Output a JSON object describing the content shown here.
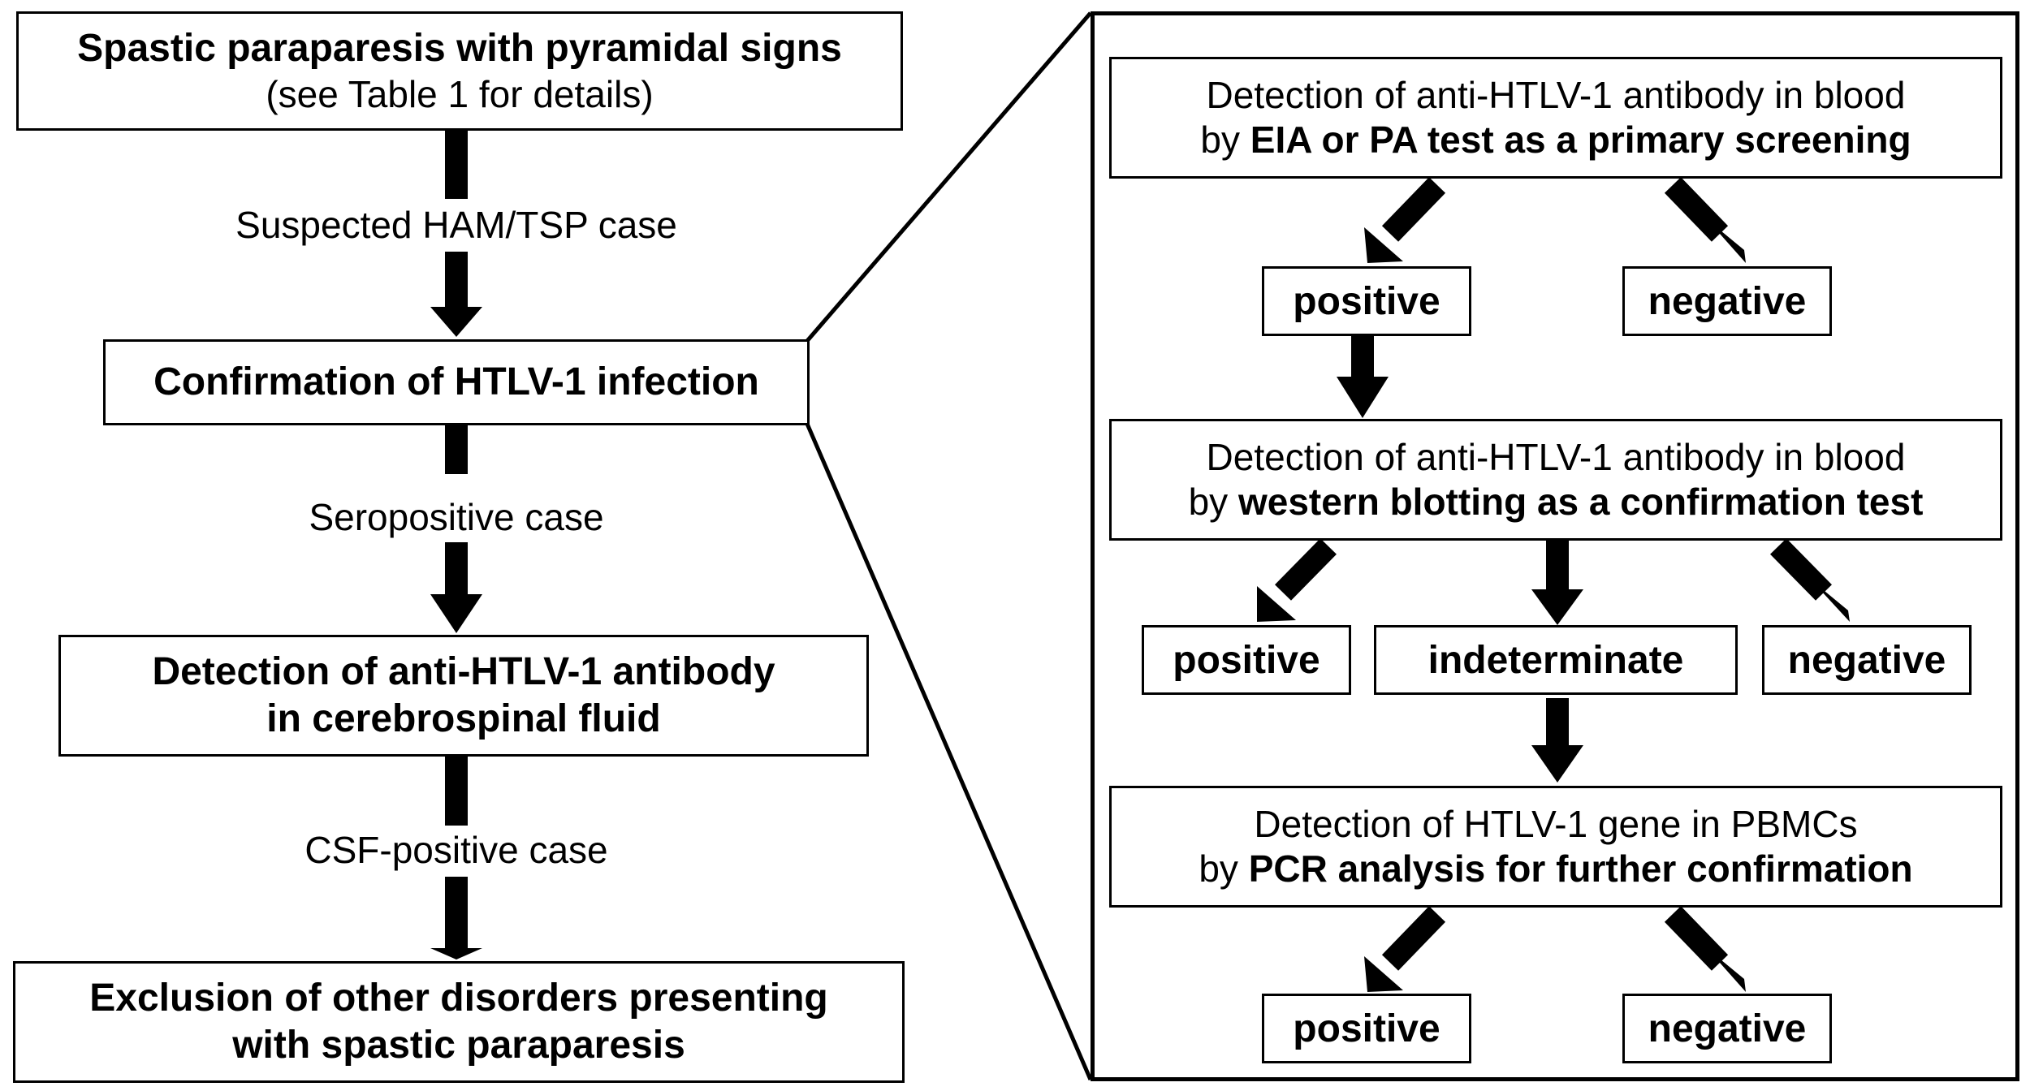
{
  "left": {
    "step1": {
      "line1": "Spastic paraparesis with pyramidal signs",
      "line2": "(see Table 1 for details)"
    },
    "label1": "Suspected HAM/TSP case",
    "step2": {
      "line1": "Confirmation of HTLV-1 infection"
    },
    "label2": "Seropositive case",
    "step3": {
      "line1": "Detection of anti-HTLV-1 antibody",
      "line2": "in cerebrospinal fluid"
    },
    "label3": "CSF-positive case",
    "step4": {
      "line1": "Exclusion of other disorders presenting",
      "line2": "with spastic paraparesis"
    }
  },
  "right": {
    "screening": {
      "line1": "Detection of anti-HTLV-1 antibody in blood",
      "line2_prefix": "by ",
      "line2_bold": "EIA or PA test as a primary screening"
    },
    "screening_results": {
      "positive": "positive",
      "negative": "negative"
    },
    "confirmation": {
      "line1": "Detection of anti-HTLV-1 antibody in blood",
      "line2_prefix": "by ",
      "line2_bold": "western blotting as a confirmation test"
    },
    "confirmation_results": {
      "positive": "positive",
      "indeterminate": "indeterminate",
      "negative": "negative"
    },
    "pcr": {
      "line1": "Detection of HTLV-1 gene in PBMCs",
      "line2_prefix": "by ",
      "line2_bold": "PCR analysis for further confirmation"
    },
    "pcr_results": {
      "positive": "positive",
      "negative": "negative"
    }
  }
}
